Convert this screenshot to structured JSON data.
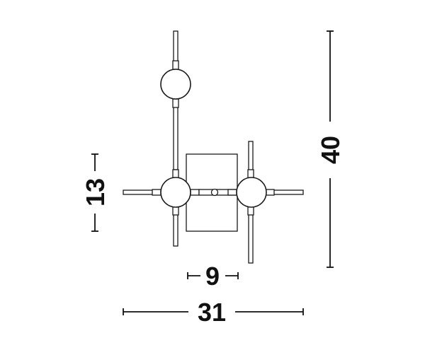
{
  "dimensions": {
    "height_total": "40",
    "canopy_height": "13",
    "canopy_width": "9",
    "width_total": "31"
  },
  "colors": {
    "line": "#1a1a1a",
    "background": "#ffffff"
  }
}
